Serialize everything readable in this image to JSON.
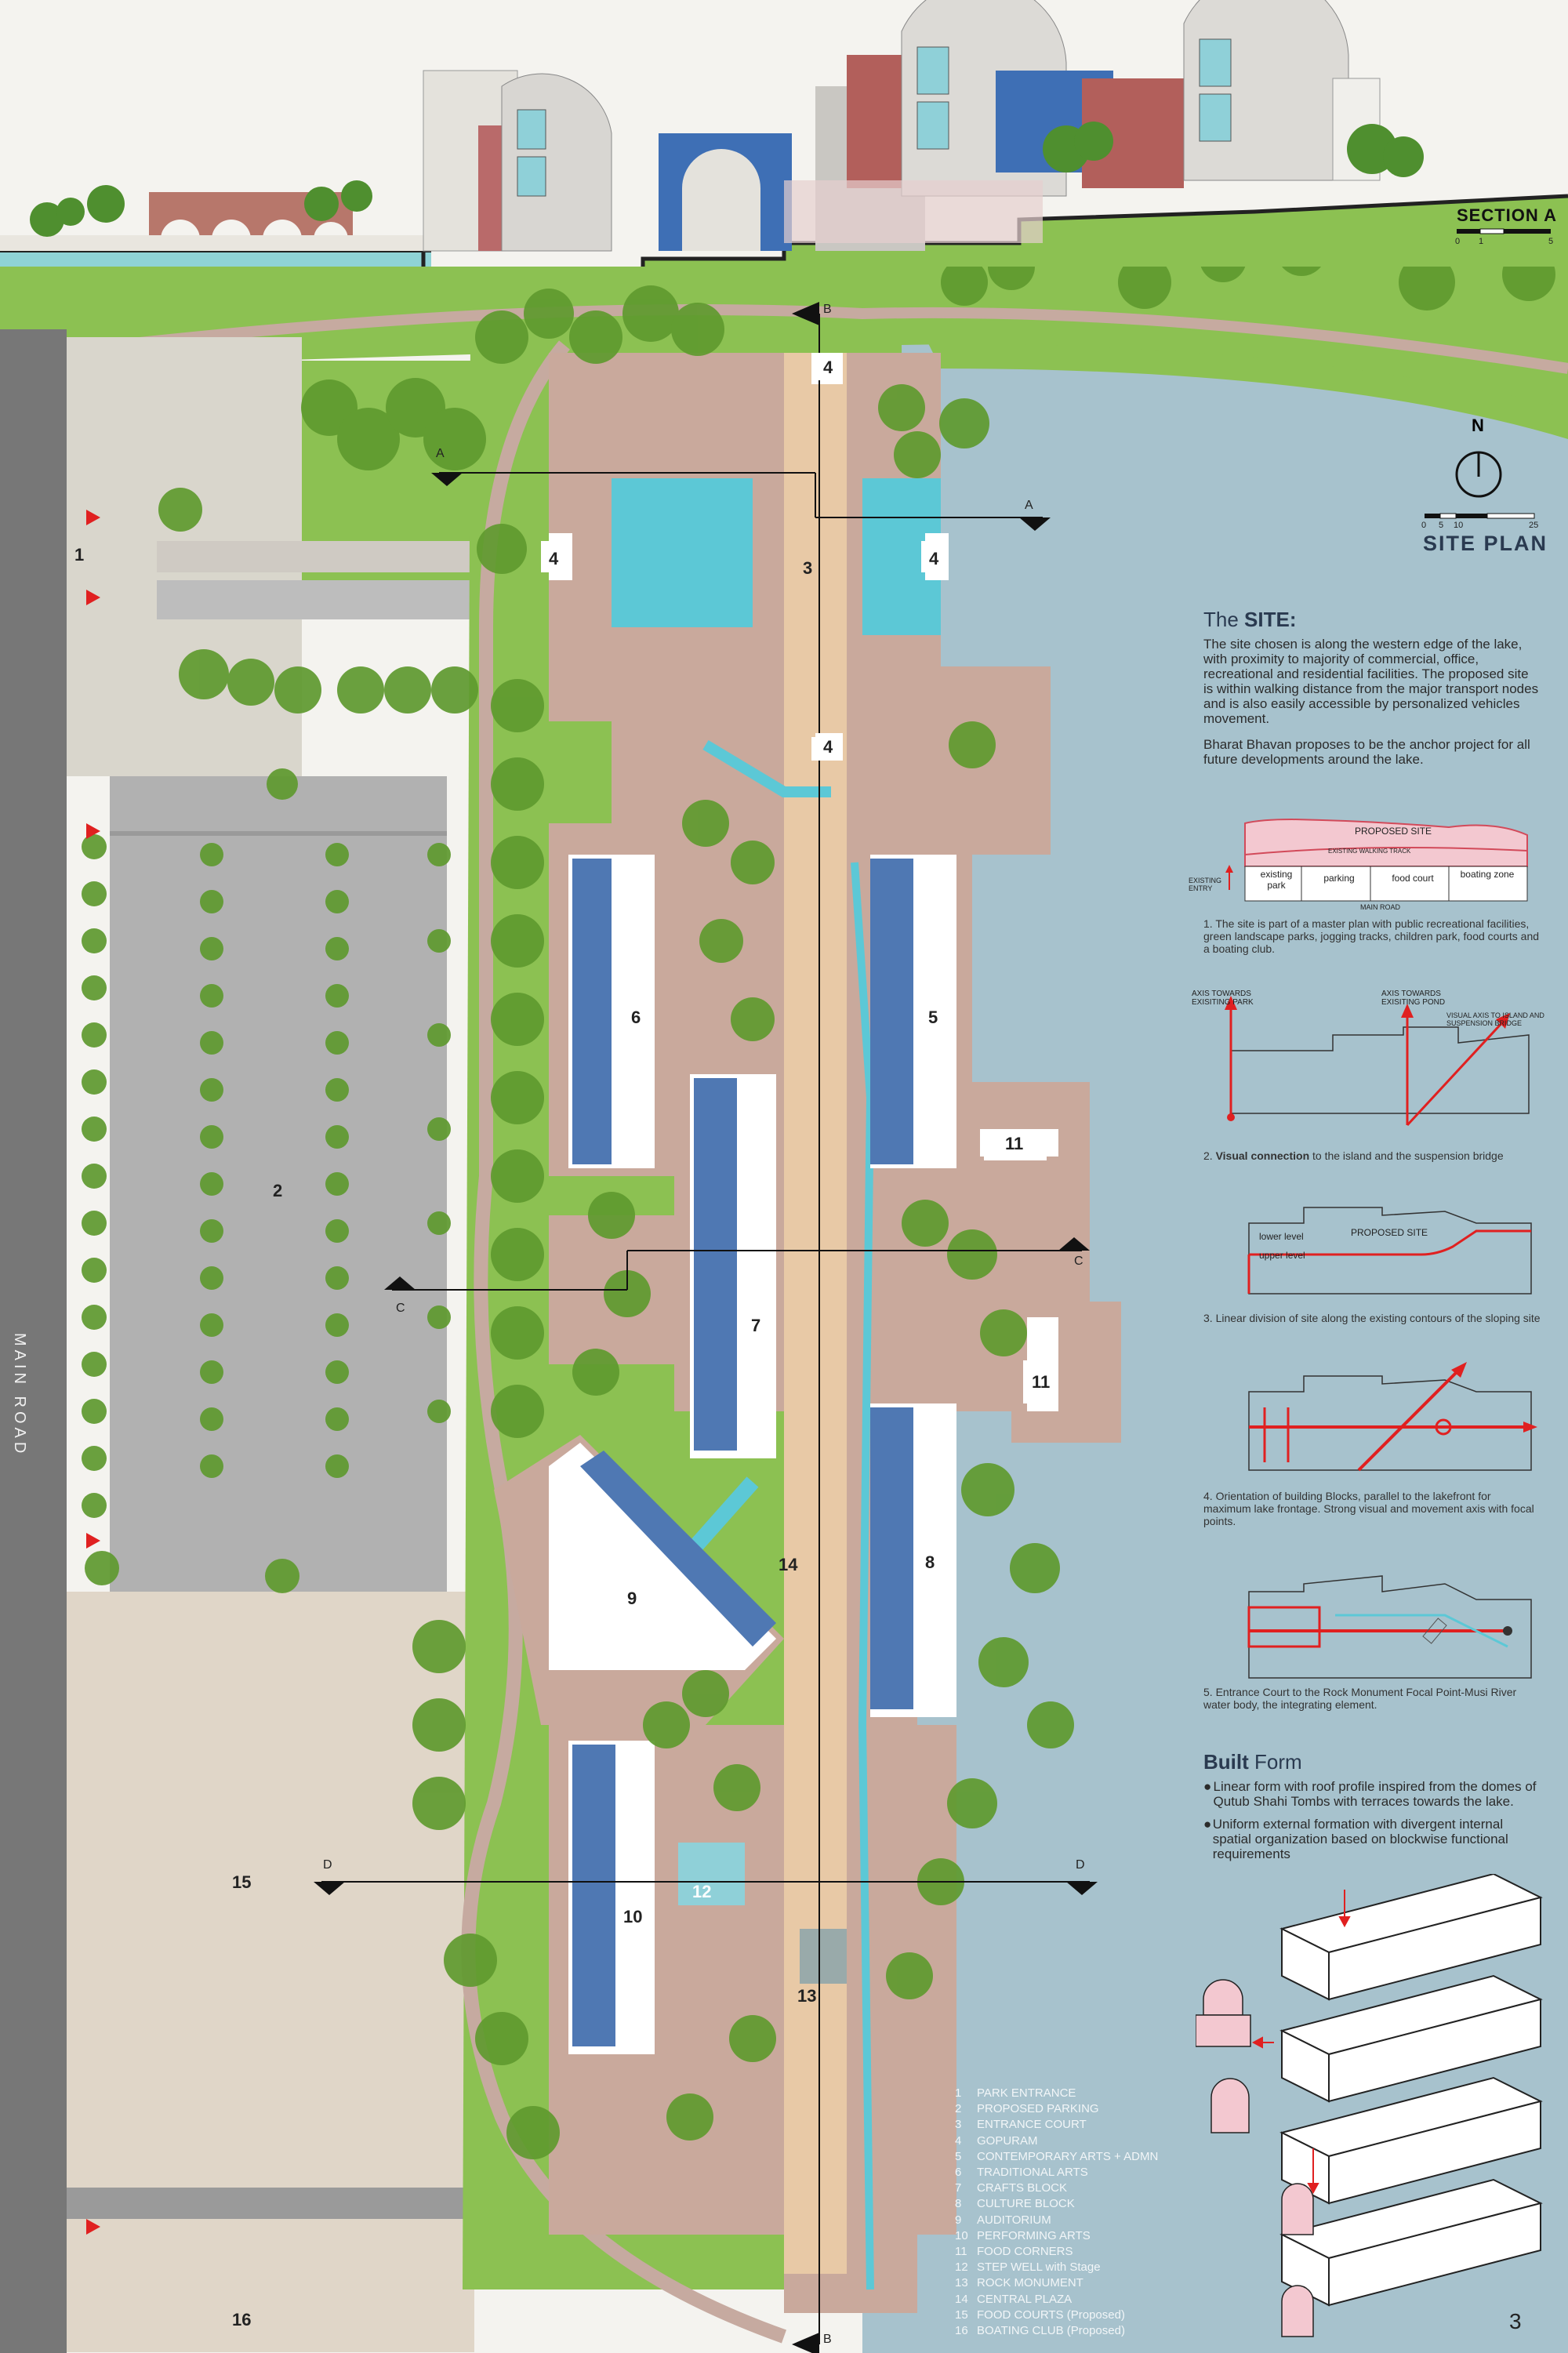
{
  "section_a": {
    "title": "SECTION A",
    "scale": [
      "0",
      "1",
      "5"
    ]
  },
  "site_plan": {
    "title": "SITE PLAN",
    "north": "N",
    "scale": [
      "0",
      "5",
      "10",
      "25"
    ]
  },
  "main_road": "MAIN ROAD",
  "section_markers": {
    "a": "A",
    "b": "B",
    "c": "C",
    "d": "D"
  },
  "zone_numbers": {
    "z1": "1",
    "z2": "2",
    "z3": "3",
    "z4": "4",
    "z5": "5",
    "z6": "6",
    "z7": "7",
    "z8": "8",
    "z9": "9",
    "z10": "10",
    "z11": "11",
    "z12": "12",
    "z13": "13",
    "z14": "14",
    "z15": "15",
    "z16": "16"
  },
  "page_number": "3",
  "site_note": {
    "title_prefix": "The ",
    "title_bold": "SITE:",
    "p1": "The site chosen is along the western edge of the lake, with proximity to majority of commercial, office, recreational and residential facilities. The proposed site is within walking distance from the major transport nodes and is also easily accessible by personalized vehicles movement.",
    "p2": "Bharat Bhavan proposes to be the anchor project for all future developments around the lake."
  },
  "diagram1": {
    "proposed_site": "PROPOSED SITE",
    "track": "EXISTING WALKING TRACK",
    "existing_entry": "EXISTING ENTRY",
    "cells": [
      "existing park",
      "parking",
      "food court",
      "boating zone"
    ],
    "road": "MAIN ROAD",
    "caption": "1. The site is part of a master plan with public recreational facilities, green landscape parks, jogging tracks, children park, food courts and a boating club."
  },
  "diagram2": {
    "axis_park": "AXIS TOWARDS EXISITING PARK",
    "axis_pond": "AXIS TOWARDS EXISITING POND",
    "axis_island": "VISUAL AXIS TO ISLAND AND SUSPENSION BRIDGE",
    "caption_prefix": "2. ",
    "caption_bold": "Visual connection",
    "caption_rest": " to the island and the suspension bridge"
  },
  "diagram3": {
    "lower": "lower level",
    "upper": "upper level",
    "proposed_site": "PROPOSED SITE",
    "caption": "3. Linear division of site along the existing contours of the sloping site"
  },
  "diagram4": {
    "caption": "4. Orientation of building Blocks, parallel to the lakefront for maximum lake frontage. Strong visual and movement axis with focal points."
  },
  "diagram5": {
    "caption": "5. Entrance Court to the Rock Monument Focal Point-Musi River water body, the integrating element."
  },
  "built_form": {
    "title_bold": "Built",
    "title_rest": " Form",
    "b1": "Linear form with roof profile inspired from the domes of Qutub Shahi Tombs with terraces towards the lake.",
    "b2": "Uniform external formation with divergent internal spatial organization based on blockwise functional requirements"
  },
  "legend": [
    {
      "n": "1",
      "label": "PARK ENTRANCE"
    },
    {
      "n": "2",
      "label": "PROPOSED PARKING"
    },
    {
      "n": "3",
      "label": "ENTRANCE COURT"
    },
    {
      "n": "4",
      "label": "GOPURAM"
    },
    {
      "n": "5",
      "label": "CONTEMPORARY ARTS + ADMN"
    },
    {
      "n": "6",
      "label": "TRADITIONAL ARTS"
    },
    {
      "n": "7",
      "label": "CRAFTS BLOCK"
    },
    {
      "n": "8",
      "label": "CULTURE BLOCK"
    },
    {
      "n": "9",
      "label": "AUDITORIUM"
    },
    {
      "n": "10",
      "label": "PERFORMING ARTS"
    },
    {
      "n": "11",
      "label": "FOOD CORNERS"
    },
    {
      "n": "12",
      "label": "STEP WELL with Stage"
    },
    {
      "n": "13",
      "label": "ROCK MONUMENT"
    },
    {
      "n": "14",
      "label": "CENTRAL PLAZA"
    },
    {
      "n": "15",
      "label": "FOOD COURTS (Proposed)"
    },
    {
      "n": "16",
      "label": "BOATING CLUB (Proposed)"
    }
  ],
  "colors": {
    "lake": "#9ab7c4",
    "lawn": "#8cc152",
    "tree": "#5f9a2f",
    "paving": "#c9a99c",
    "road": "#7a7a7a",
    "parking": "#a9a9a9",
    "roof": "#4a6fa5",
    "pool": "#5cc8d6",
    "axis": "#e02020",
    "court": "#e8c9a6"
  }
}
